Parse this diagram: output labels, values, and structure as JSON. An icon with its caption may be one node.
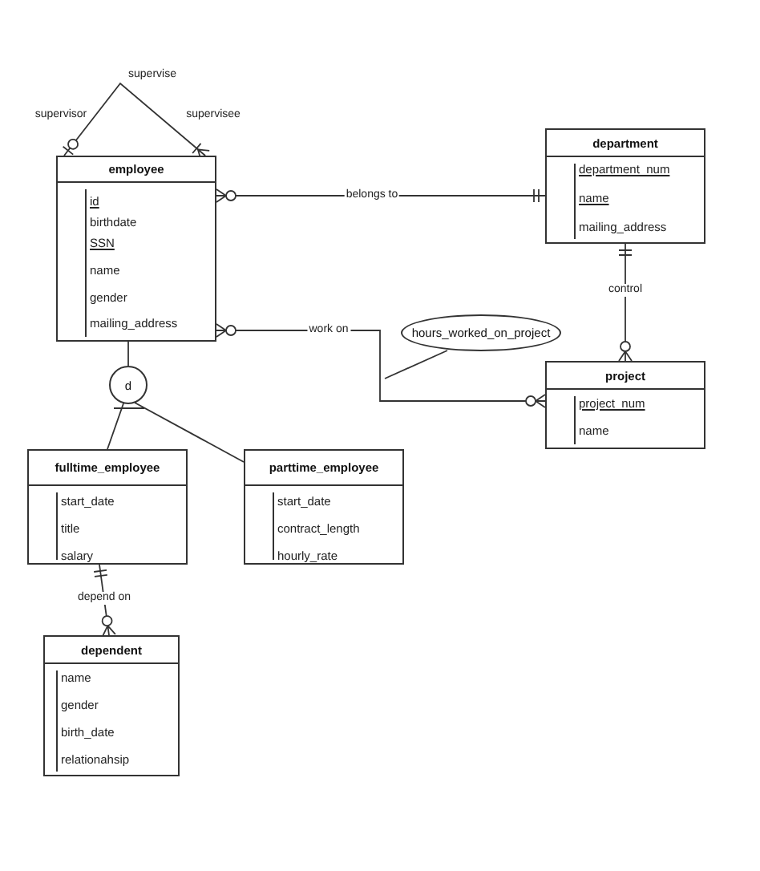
{
  "diagram": {
    "nodes": [
      {
        "text": [
          "employee",
          "id",
          "birthdate",
          "SSN",
          "name",
          "gender",
          "mailing_address"
        ]
      },
      {
        "text": [
          "department",
          "department_num",
          "name",
          "mailing_address"
        ]
      },
      {
        "text": [
          "project",
          "project_num",
          "name"
        ]
      },
      {
        "text": [
          "d"
        ]
      },
      {
        "text": [
          "hours_worked_on_project"
        ]
      },
      {
        "text": [
          "fulltime_employee",
          "start_date",
          "title",
          "salary"
        ]
      },
      {
        "text": [
          "parttime_employee",
          "start_date",
          "contract_length",
          "hourly_rate"
        ]
      },
      {
        "text": [
          "dependent",
          "name",
          "gender",
          "birth_date",
          "relationahsip"
        ]
      }
    ],
    "edges": [
      {
        "from": 0,
        "to": 0,
        "arrow": "other",
        "label": "supervise"
      },
      {
        "from": 0,
        "to": 1,
        "arrow": "other",
        "label": "belongs to"
      },
      {
        "from": 0,
        "to": 2,
        "arrow": "other",
        "label": "work on"
      },
      {
        "from": 1,
        "to": 2,
        "arrow": "other",
        "label": "control"
      },
      {
        "from": 4,
        "to": null,
        "arrow": "none"
      },
      {
        "from": 0,
        "to": 3,
        "arrow": "none"
      },
      {
        "from": 3,
        "to": 5,
        "arrow": "none"
      },
      {
        "from": 3,
        "to": 6,
        "arrow": "none"
      },
      {
        "from": 5,
        "to": 7,
        "arrow": "other",
        "label": "depend on"
      }
    ],
    "labels": [
      "supervisor",
      "supervisee"
    ]
  }
}
